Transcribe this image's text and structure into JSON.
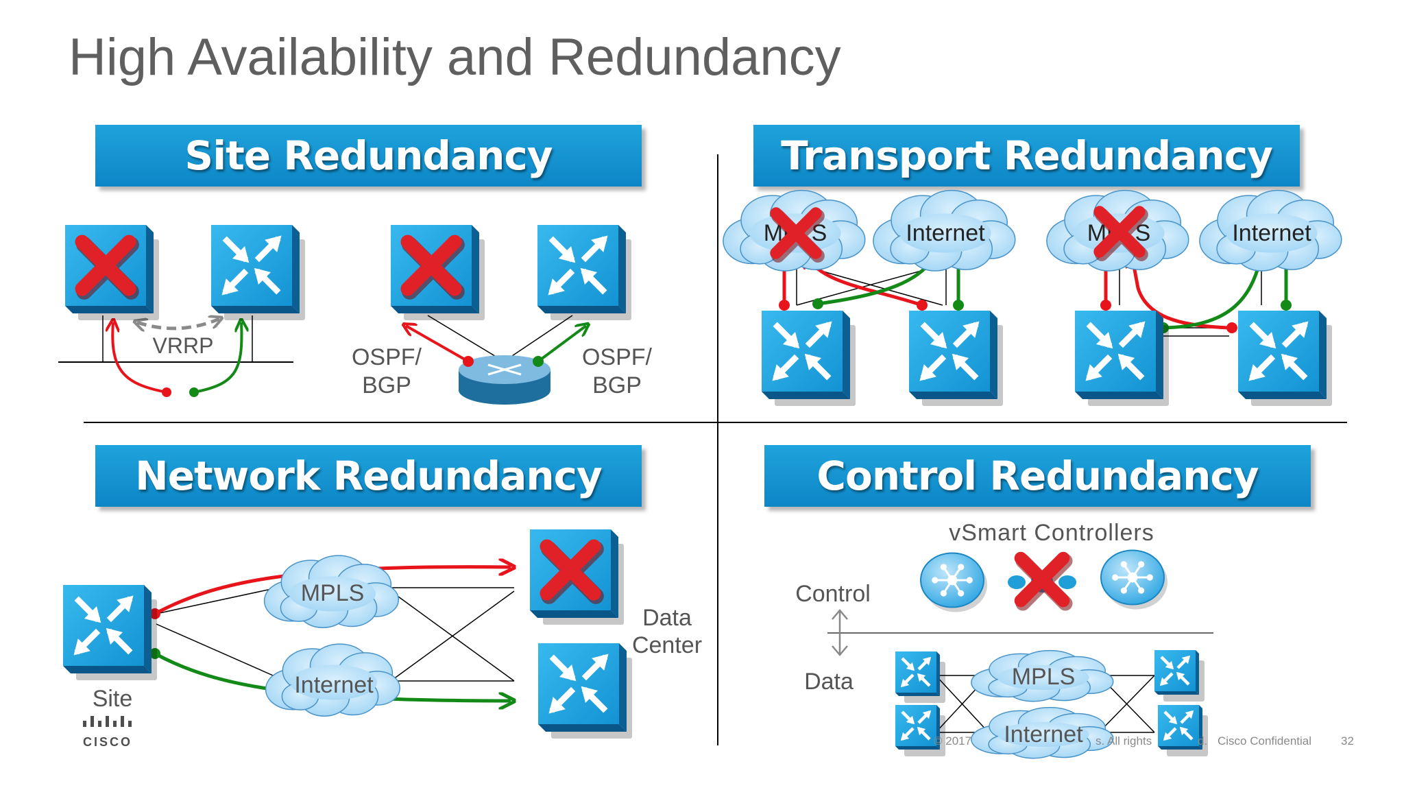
{
  "title": "High Availability and Redundancy",
  "quadrants": {
    "site": {
      "heading": "Site Redundancy",
      "vrrp": "VRRP",
      "ospf_left": [
        "OSPF/",
        "BGP"
      ],
      "ospf_right": [
        "OSPF/",
        "BGP"
      ]
    },
    "transport": {
      "heading": "Transport Redundancy",
      "clouds": [
        "MPLS",
        "Internet",
        "MPLS",
        "Internet"
      ]
    },
    "network": {
      "heading": "Network Redundancy",
      "mpls": "MPLS",
      "internet": "Internet",
      "datacenter": [
        "Data",
        "Center"
      ],
      "site": "Site"
    },
    "control": {
      "heading": "Control Redundancy",
      "controllers": "vSmart Controllers",
      "control_label": "Control",
      "data_label": "Data",
      "mpls": "MPLS",
      "internet": "Internet"
    }
  },
  "footer": {
    "copyright": "© 2017",
    "rights": "s. All rights",
    "reserved": "d.",
    "confidential": "Cisco Confidential",
    "page": "32"
  },
  "logo": "cisco",
  "colors": {
    "banner": "#1a98d5",
    "failed_path": "#e8141b",
    "active_path": "#138a17",
    "cloud": "#a8d8f5",
    "router": "#1f9ed8"
  }
}
